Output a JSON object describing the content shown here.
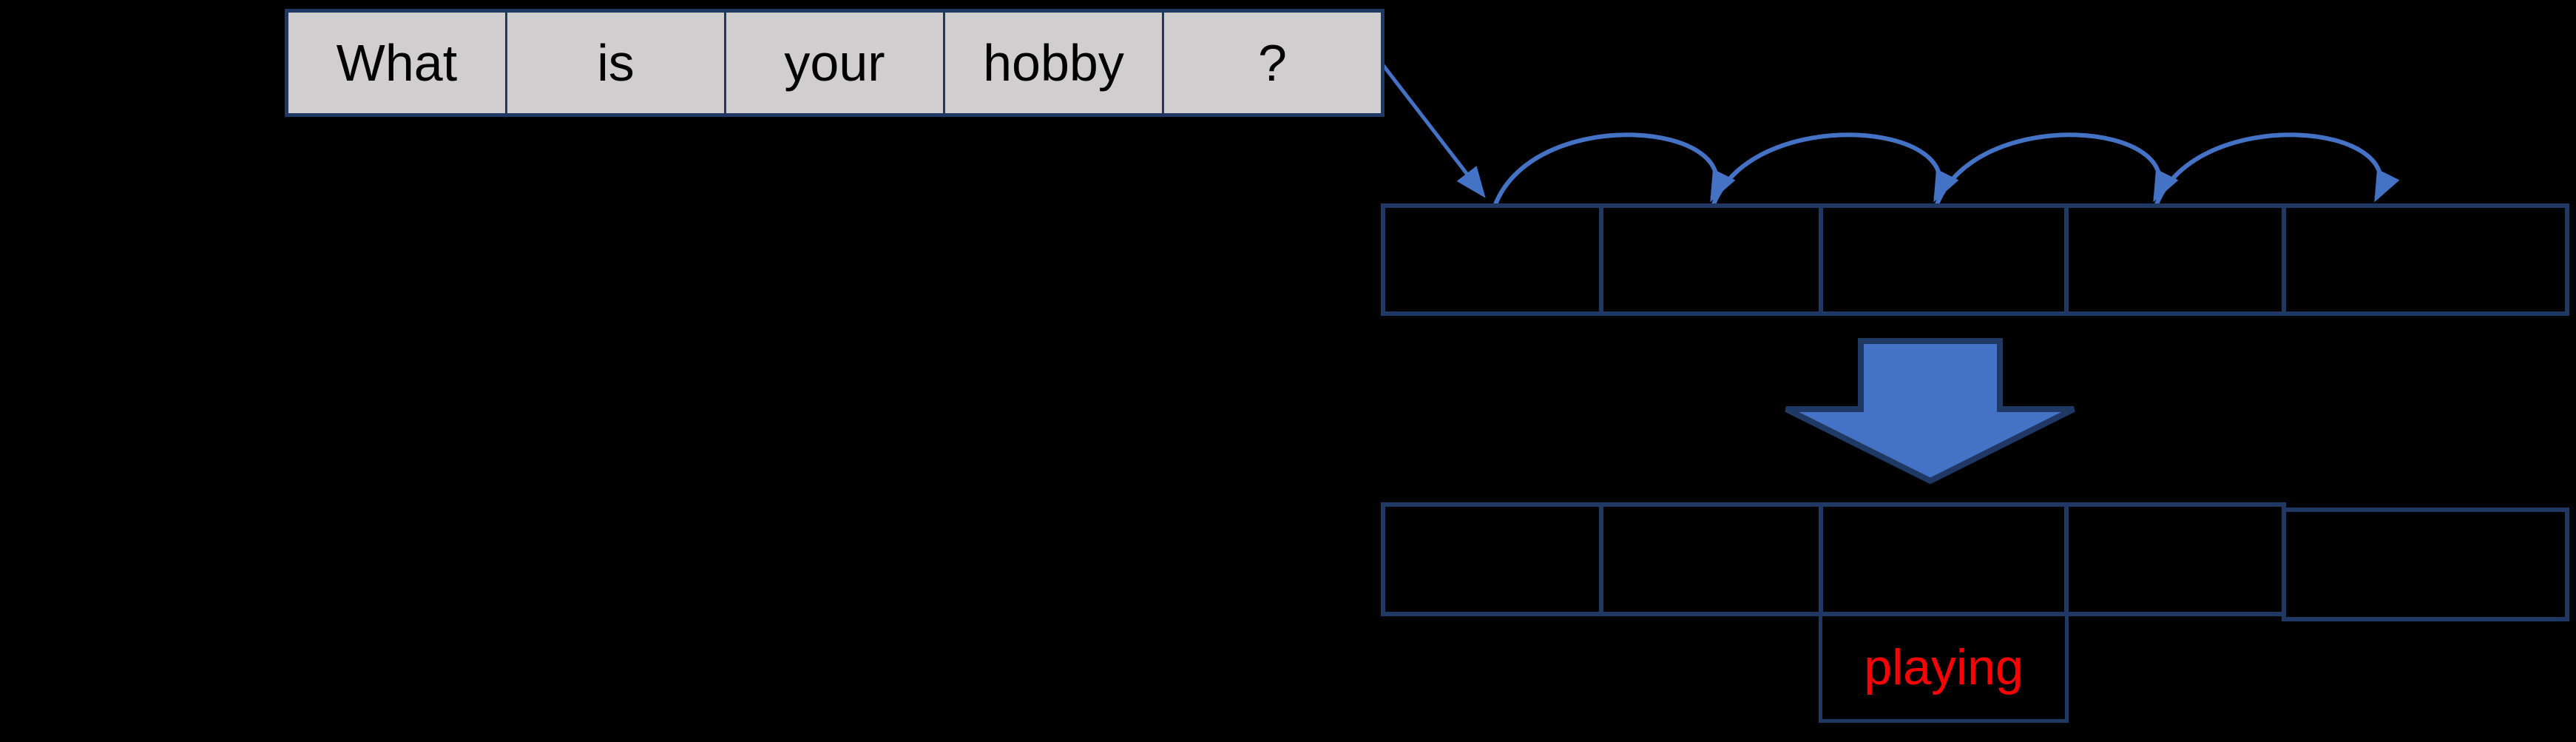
{
  "diagram": {
    "background_color": "#000000",
    "input_sentence": {
      "words": [
        "What",
        "is",
        "your",
        "hobby",
        "?"
      ],
      "box_fill": "#d0cece",
      "border_color": "#1f3864",
      "text_color": "#000000"
    },
    "sequence_row": {
      "cell_count": 5,
      "border_color": "#1f3864",
      "cells": [
        "",
        "",
        "",
        "",
        ""
      ]
    },
    "output_row": {
      "cell_count": 5,
      "border_color": "#1f3864",
      "cells": [
        "",
        "",
        "",
        "",
        ""
      ]
    },
    "prediction": {
      "label": "playing",
      "text_color": "#ff0000",
      "border_color": "#1f3864"
    },
    "connectors": {
      "arrow_color": "#4472c4",
      "hop_arc_count": 4,
      "input_arrow": "sentence-table to first sequence cell",
      "down_arrow_fill": "#4472c4",
      "down_arrow_outline": "#1f3864"
    }
  }
}
